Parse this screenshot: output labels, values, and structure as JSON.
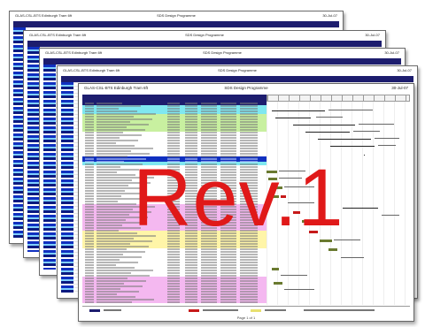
{
  "documents": [
    {
      "header_left": "GLAS-CSL-BTS Edinburgh Tram 6ft",
      "header_center": "SDS Design Programme",
      "header_right": "30-Jul-07"
    },
    {
      "header_left": "GLAS-CSL-BTS Edinburgh Tram 6ft",
      "header_center": "SDS Design Programme",
      "header_right": "30-Jul-07"
    },
    {
      "header_left": "GLAS-CSL-BTS Edinburgh Tram 6ft",
      "header_center": "SDS Design Programme",
      "header_right": "30-Jul-07"
    },
    {
      "header_left": "GLAS-CSL-BTS Edinburgh Tram 6ft",
      "header_center": "SDS Design Programme",
      "header_right": "30-Jul-07"
    }
  ],
  "front_document": {
    "header_left": "GLAS-CSL-BTS Edinburgh Tram 6ft",
    "header_center": "SDS Design Programme",
    "header_right": "30-Jul-07",
    "footer": "Page 1 of 1"
  },
  "stamp": {
    "text": "Rev.1",
    "color": "#e01919"
  },
  "colors": {
    "header_navy": "#1d1d6e",
    "band_cyan": "#7fe7f0",
    "band_green": "#c8f0a0",
    "band_blue": "#1030c0",
    "band_pink": "#f4b8f0",
    "band_yellow": "#fff5a8",
    "bar_olive": "#6a7a30",
    "bar_red": "#c61a1a"
  }
}
